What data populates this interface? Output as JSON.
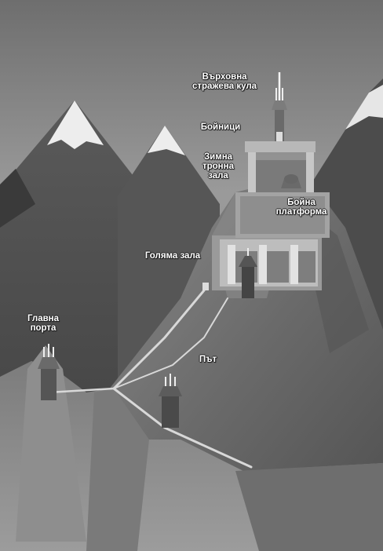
{
  "labels": {
    "summit_tower": [
      "Върховна",
      "стражева кула"
    ],
    "loopholes": [
      "Бойници"
    ],
    "winter_throne_hall": [
      "Зимна",
      "тронна",
      "зала"
    ],
    "battle_platform": [
      "Бойна",
      "платформа"
    ],
    "great_hall": [
      "Голяма зала"
    ],
    "main_gate": [
      "Главна",
      "порта"
    ],
    "path": [
      "Път"
    ]
  },
  "colors": {
    "sky": "#8d8d8d",
    "snow": "#f4f4f4",
    "mountain_dark": "#4a4a4a",
    "mountain_mid": "#6c6c6c",
    "mountain_light": "#a8a8a8",
    "label_text": "#ffffff"
  }
}
